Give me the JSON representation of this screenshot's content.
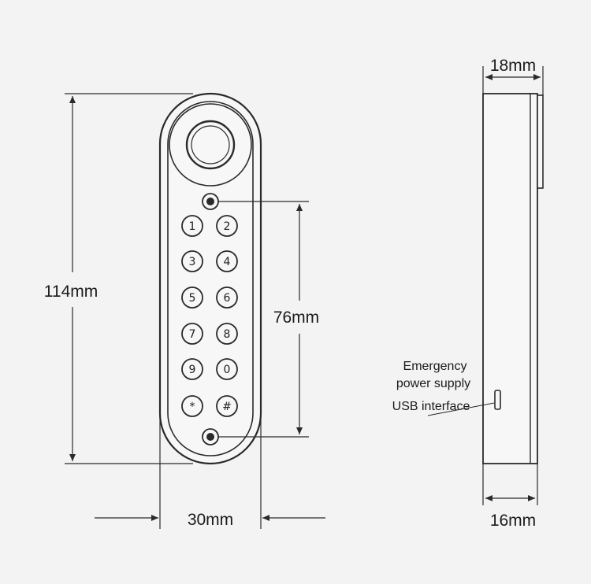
{
  "dimensions": {
    "height_total": "114mm",
    "width_front": "30mm",
    "hole_spacing": "76mm",
    "depth_top": "18mm",
    "depth_bottom": "16mm"
  },
  "callouts": {
    "emergency_line1": "Emergency",
    "emergency_line2": "power supply",
    "usb": "USB interface"
  },
  "keypad": {
    "keys": [
      "1",
      "2",
      "3",
      "4",
      "5",
      "6",
      "7",
      "8",
      "9",
      "0",
      "*",
      "#"
    ]
  },
  "colors": {
    "line": "#2a2a2a",
    "background": "#f3f3f3",
    "body": "#f7f7f7"
  }
}
